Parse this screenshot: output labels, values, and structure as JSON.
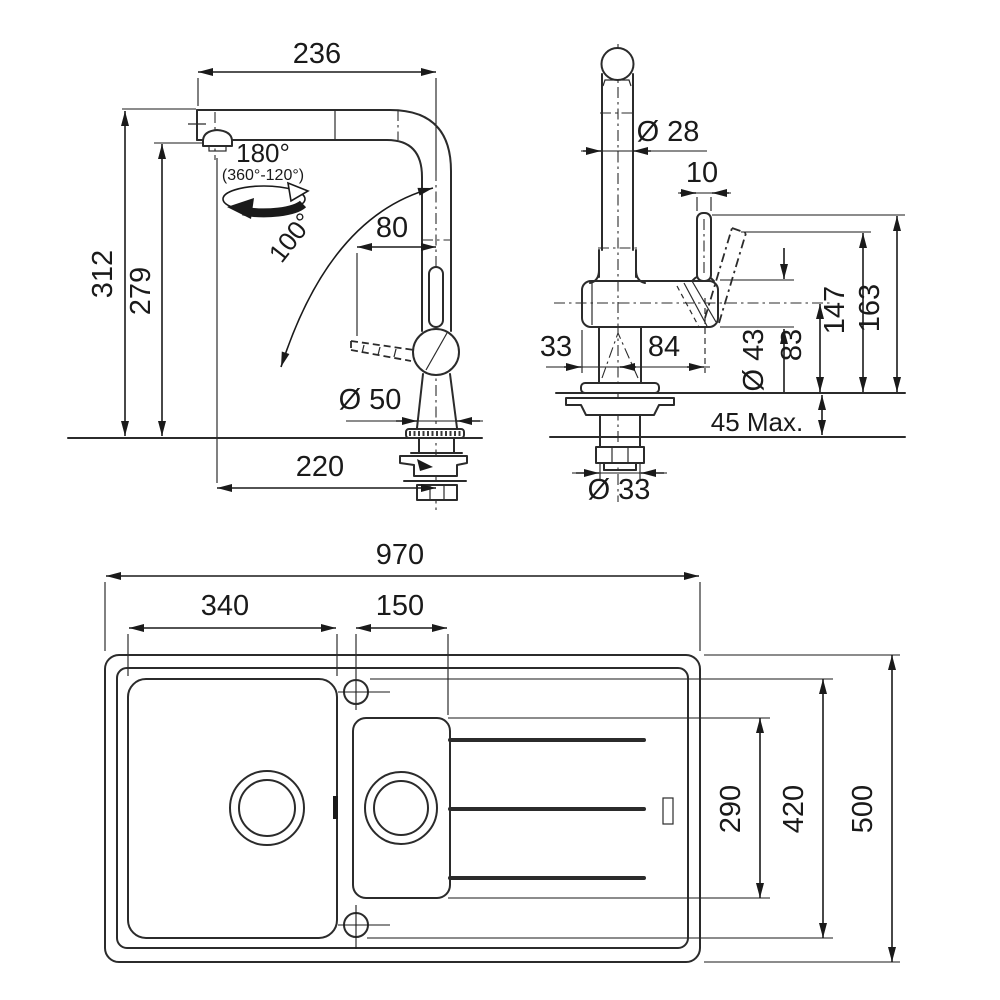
{
  "drawing": {
    "side_view": {
      "spout_reach": "236",
      "total_height": "312",
      "outlet_height": "279",
      "swivel_angle": "180°",
      "swivel_range": "(360°-120°)",
      "lever_swing_angle": "100°",
      "lever_length": "80",
      "base_diameter": "Ø 50",
      "projection": "220"
    },
    "front_view": {
      "spout_diameter": "Ø 28",
      "lever_rod_width": "10",
      "left_offset": "33",
      "right_offset": "84",
      "body_diameter": "Ø 43",
      "body_axis_height": "83",
      "lever_tilted_height": "147",
      "lever_upright_height": "163",
      "counter_thickness_max": "45 Max.",
      "mounting_hole_diameter": "Ø 33"
    },
    "top_view": {
      "overall_length": "970",
      "main_bowl_length": "340",
      "half_bowl_length": "150",
      "half_bowl_width": "290",
      "bowl_width": "420",
      "overall_width": "500"
    }
  }
}
